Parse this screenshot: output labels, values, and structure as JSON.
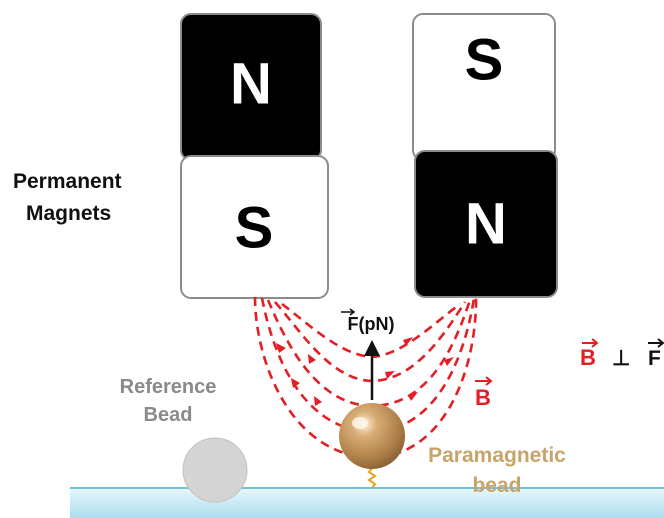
{
  "labels": {
    "permanent_magnets_line1": "Permanent",
    "permanent_magnets_line2": "Magnets",
    "reference_bead_line1": "Reference",
    "reference_bead_line2": "Bead",
    "paramagnetic_bead_line1": "Paramagnetic",
    "paramagnetic_bead_line2": "bead",
    "force": "F(pN)",
    "field": "B",
    "orthogonality_b": "B",
    "orthogonality_perp": "⊥",
    "orthogonality_f": "F"
  },
  "magnets": {
    "left_top": "N",
    "left_bottom": "S",
    "right_top": "S",
    "right_bottom": "N"
  },
  "colors": {
    "field_lines": "#e31e24",
    "north_fill": "#000000",
    "south_fill": "#ffffff",
    "reference_bead": "#d4d4d4",
    "paramagnetic_bead": "#b98a52",
    "surface": "#bfe8f3",
    "tether": "#e8a020"
  }
}
